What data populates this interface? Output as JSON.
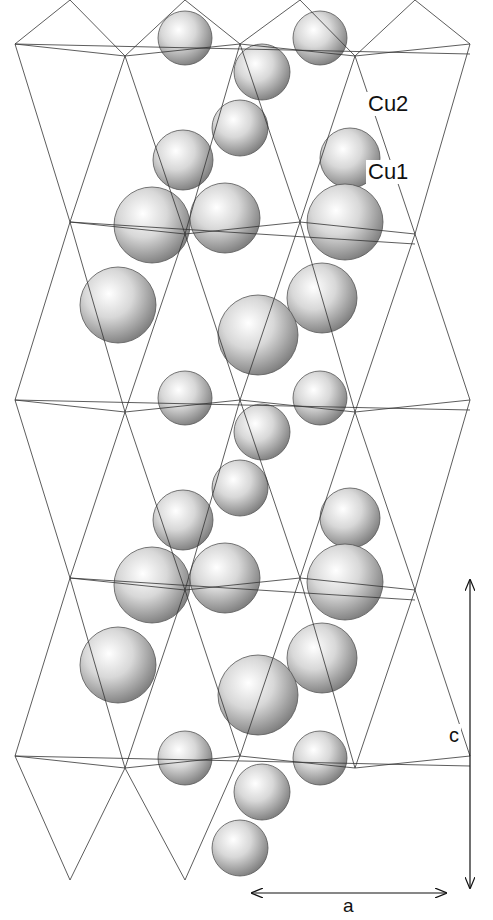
{
  "diagram": {
    "labels": [
      "Cu2",
      "Cu1",
      "c",
      "a"
    ]
  }
}
